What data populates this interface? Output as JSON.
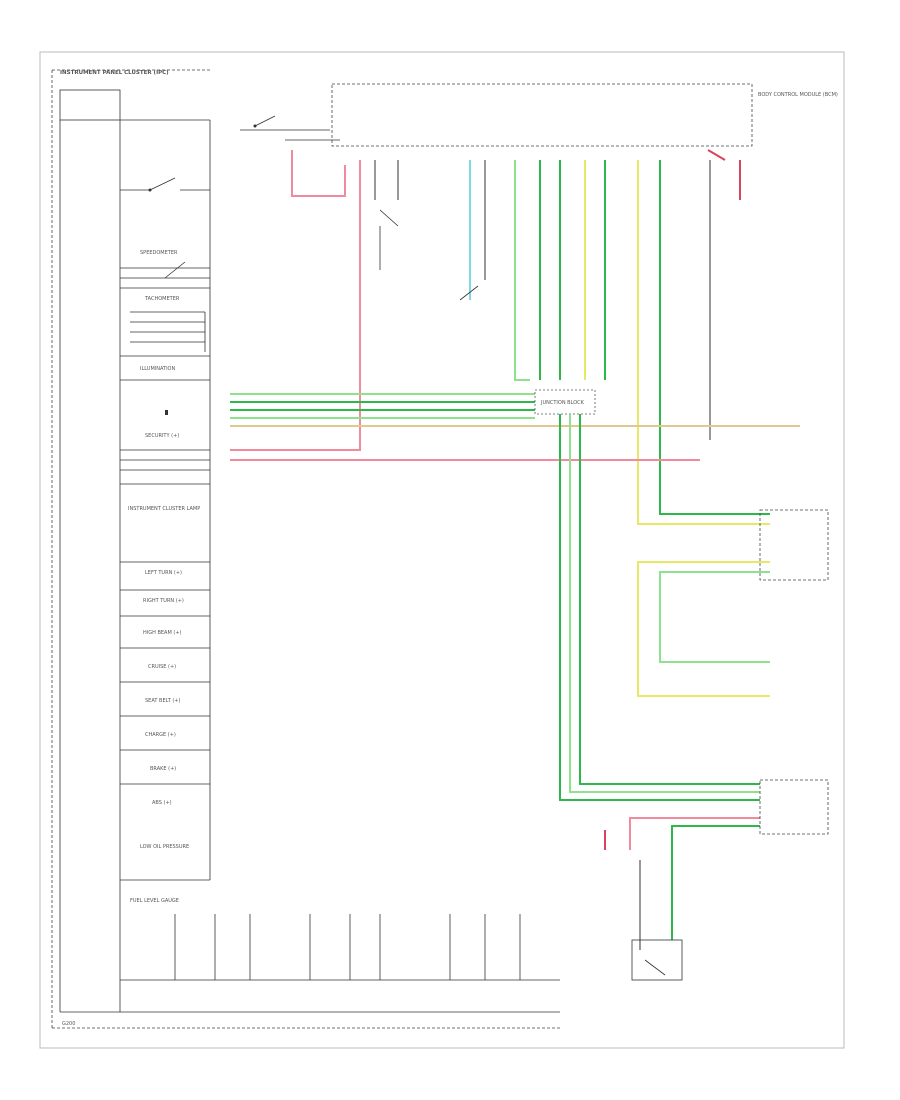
{
  "colors": {
    "pink": "#f08a9c",
    "red": "#d9435e",
    "green": "#2fb84a",
    "light_green": "#8fe08f",
    "yellow": "#e8e866",
    "cyan": "#7fd8e6",
    "tan": "#e0c890",
    "wire_black": "#333333"
  },
  "cluster": {
    "title": "INSTRUMENT PANEL CLUSTER (IPC)",
    "section_labels": [
      "SPEEDOMETER",
      "TACHOMETER",
      "ILLUMINATION",
      "SECURITY (+)",
      "INSTRUMENT CLUSTER LAMP",
      "FUEL LEVEL GAUGE"
    ],
    "indicators": [
      "LEFT TURN (+)",
      "RIGHT TURN (+)",
      "HIGH BEAM (+)",
      "CRUISE (+)",
      "SEAT BELT (+)",
      "CHARGE (+)",
      "BRAKE (+)",
      "ABS (+)",
      "LOW OIL PRESSURE"
    ]
  },
  "bcm": {
    "title": "BODY CONTROL MODULE (BCM)"
  },
  "connectors": {
    "junction": "JUNCTION BLOCK"
  },
  "bottom": {
    "ground": "G200"
  }
}
